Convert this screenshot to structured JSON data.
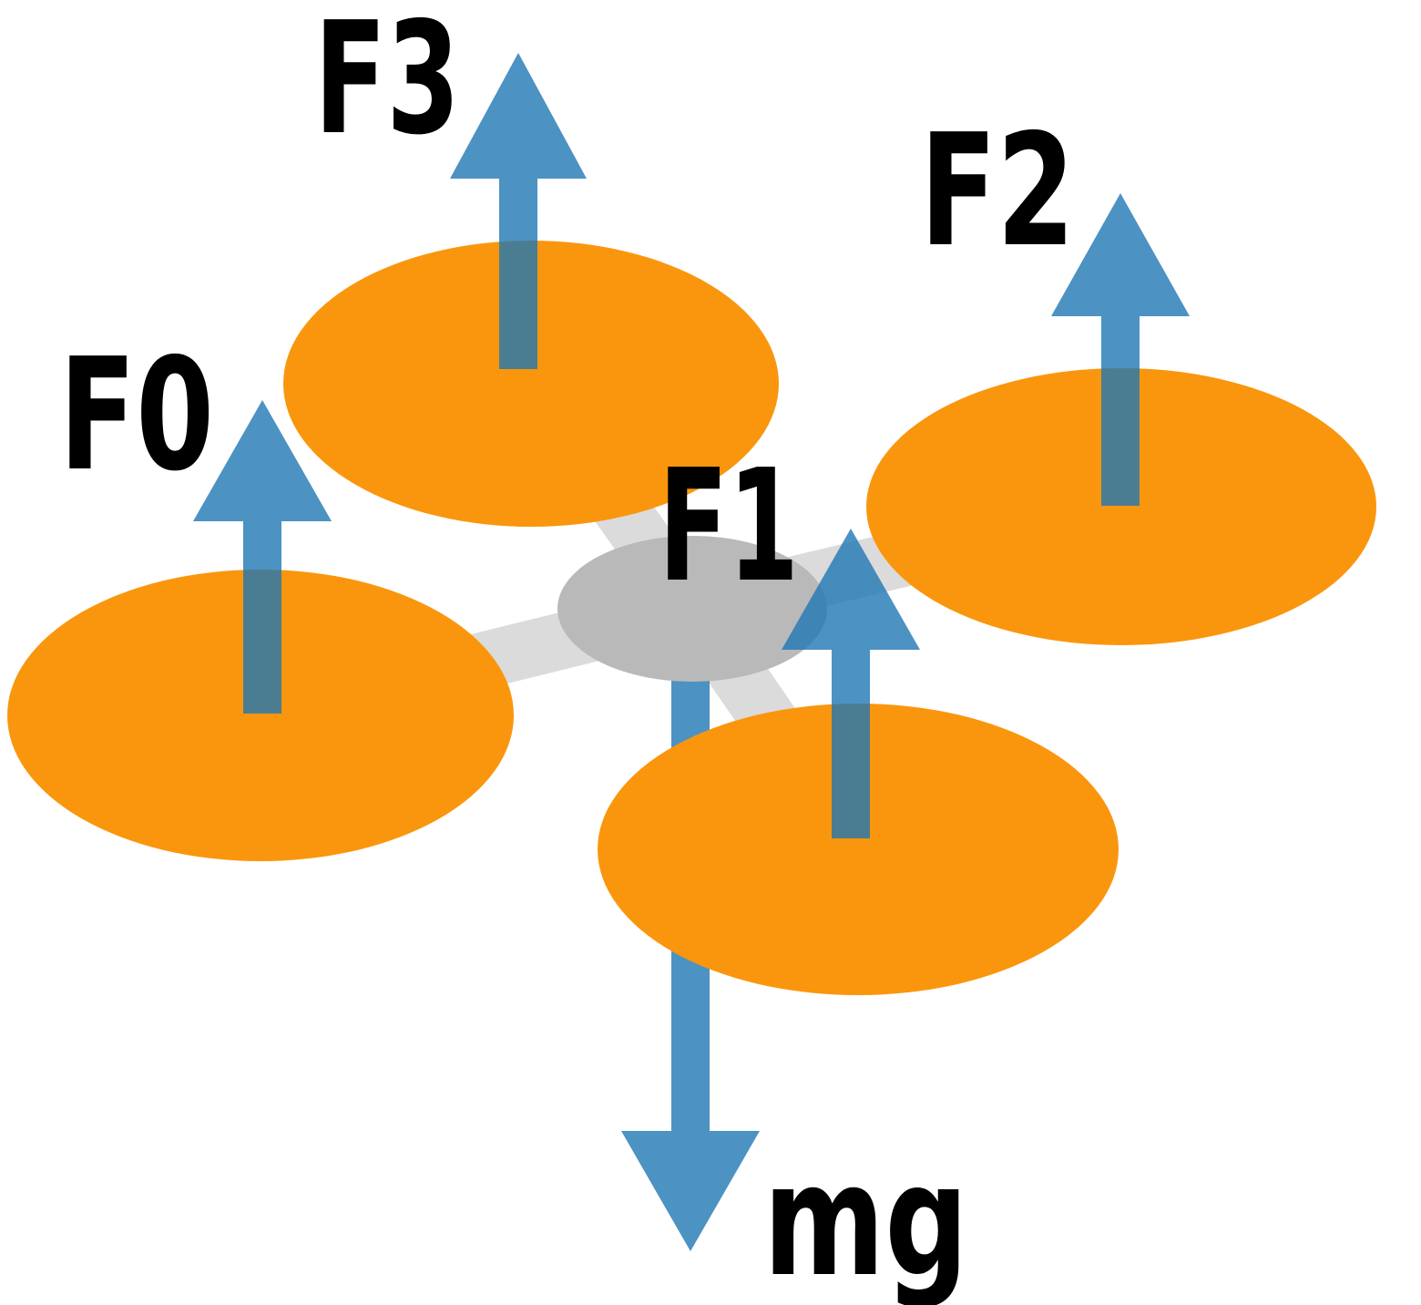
{
  "diagram": {
    "kind": "quadcopter-free-body-diagram",
    "description": "Top-down tilted view of a quadcopter with four rotors; upward thrust force arrows at each rotor and a downward gravity arrow at the center of mass."
  },
  "colors": {
    "background": "#ffffff",
    "rotor_orange": "#fa960d",
    "arm_gray": "#dbdbdb",
    "body_gray": "#b9b9b9",
    "arrow_blue": "#1f77b4",
    "label_color": "#000000"
  },
  "labels": {
    "f0": "F0",
    "f1": "F1",
    "f2": "F2",
    "f3": "F3",
    "gravity": "mg"
  },
  "forces": [
    {
      "label": "F0",
      "type": "thrust",
      "direction": "up",
      "applied_at": "left rotor"
    },
    {
      "label": "F1",
      "type": "thrust",
      "direction": "up",
      "applied_at": "bottom rotor"
    },
    {
      "label": "F2",
      "type": "thrust",
      "direction": "up",
      "applied_at": "right rotor"
    },
    {
      "label": "F3",
      "type": "thrust",
      "direction": "up",
      "applied_at": "top rotor"
    },
    {
      "label": "mg",
      "type": "gravity",
      "direction": "down",
      "applied_at": "center of mass"
    }
  ]
}
